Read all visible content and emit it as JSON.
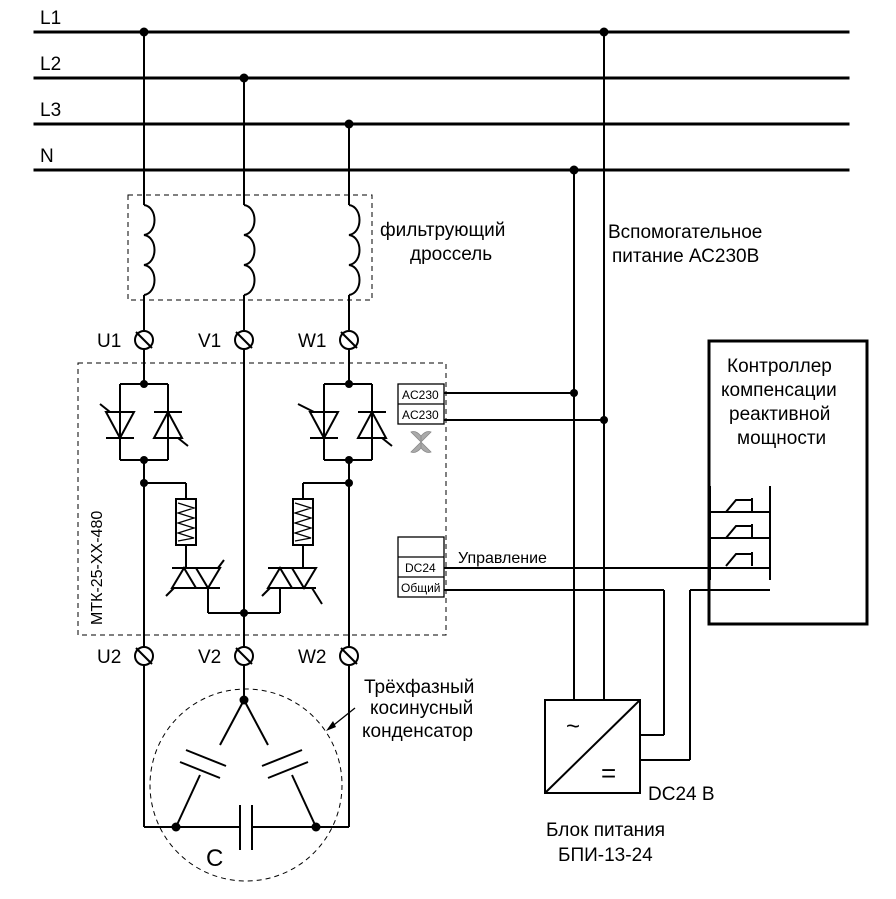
{
  "bus": {
    "l1": "L1",
    "l2": "L2",
    "l3": "L3",
    "n": "N"
  },
  "choke": {
    "line1": "фильтрующий",
    "line2": "дроссель"
  },
  "aux_power": {
    "line1": "Вспомогательное",
    "line2": "питание АС230В"
  },
  "terminals": {
    "u1": "U1",
    "v1": "V1",
    "w1": "W1",
    "u2": "U2",
    "v2": "V2",
    "w2": "W2"
  },
  "module": {
    "name": "МТК-25-ХХ-480",
    "ac230_a": "AC230",
    "ac230_b": "AC230",
    "dc24": "DC24",
    "common": "Общий",
    "control": "Управление"
  },
  "controller": {
    "line1": "Контроллер",
    "line2": "компенсации",
    "line3": "реактивной",
    "line4": "мощности"
  },
  "capacitor": {
    "line1": "Трёхфазный",
    "line2": "косинусный",
    "line3": "конденсатор",
    "symbol": "C"
  },
  "psu": {
    "ac_symbol": "~",
    "dc_symbol": "=",
    "output": "DC24 В",
    "line1": "Блок питания",
    "line2": "БПИ-13-24"
  },
  "colors": {
    "line": "#000000",
    "fan": "#aaaaaa",
    "background": "#ffffff"
  }
}
